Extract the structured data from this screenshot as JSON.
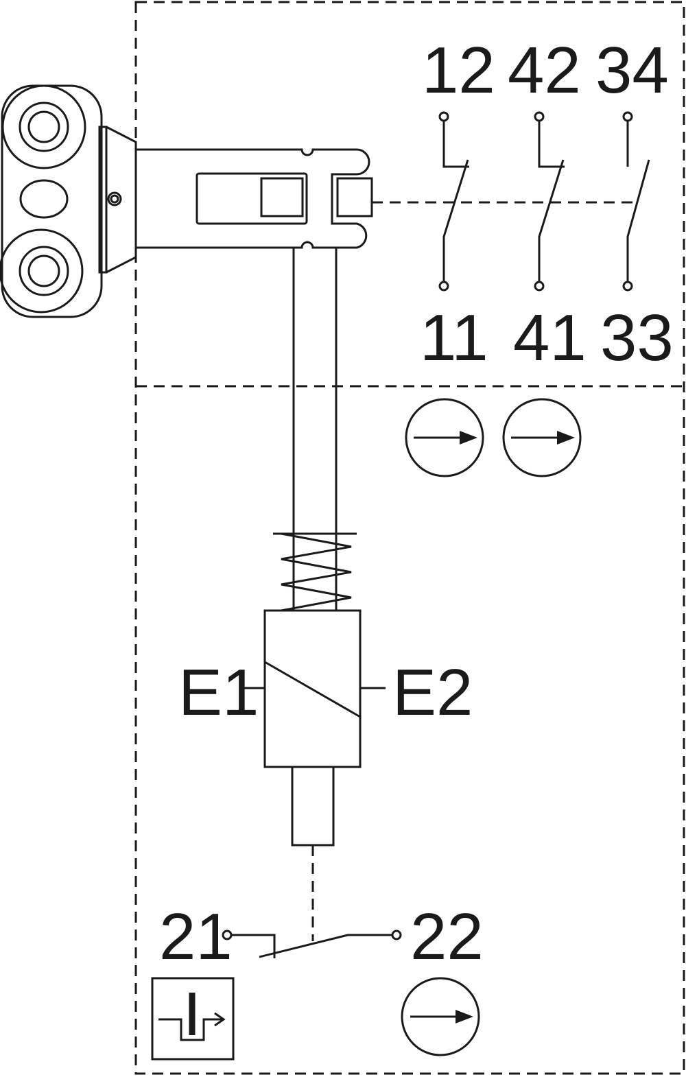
{
  "contacts_top": {
    "t12": "12",
    "t42": "42",
    "t34": "34"
  },
  "contacts_bottom": {
    "t11": "11",
    "t41": "41",
    "t33": "33"
  },
  "coil": {
    "e1": "E1",
    "e2": "E2"
  },
  "aux_contact": {
    "t21": "21",
    "t22": "22"
  },
  "icons": [
    "positive-opening-icon",
    "positive-opening-icon",
    "positive-opening-icon",
    "door-interlock-symbol-icon"
  ]
}
